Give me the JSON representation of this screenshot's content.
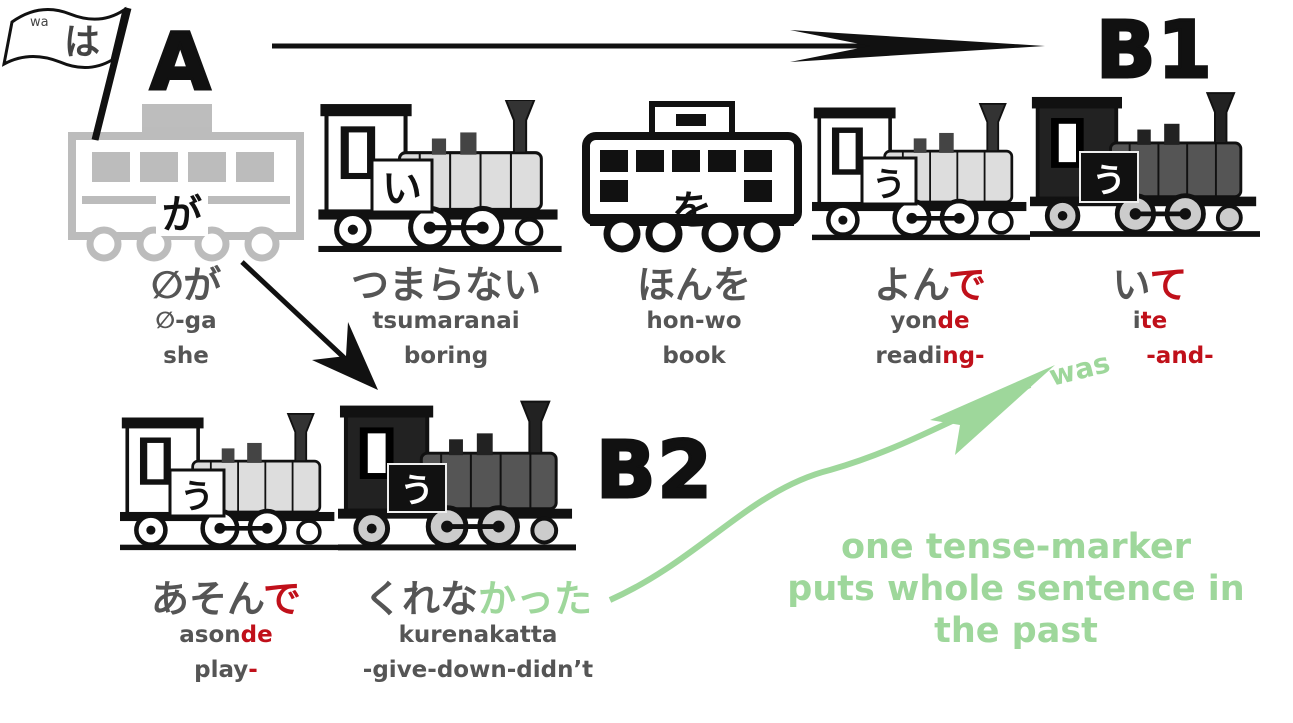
{
  "labels": {
    "a": "A",
    "b1": "B1",
    "b2": "B2"
  },
  "flag": {
    "small": "wa",
    "kana": "は"
  },
  "cars": {
    "ga": "が",
    "i": "い",
    "wo": "を",
    "u1": "う",
    "u2": "う",
    "u3": "う",
    "u4": "う"
  },
  "words": [
    {
      "jp_main": "∅が",
      "jp_red": "",
      "rom_main": "∅-ga",
      "rom_red": "",
      "gloss_main": "she",
      "gloss_red": ""
    },
    {
      "jp_main": "つまらない",
      "jp_red": "",
      "rom_main": "tsumaranai",
      "rom_red": "",
      "gloss_main": "boring",
      "gloss_red": ""
    },
    {
      "jp_main": "ほんを",
      "jp_red": "",
      "rom_main": "hon-wo",
      "rom_red": "",
      "gloss_main": "book",
      "gloss_red": ""
    },
    {
      "jp_main": "よん",
      "jp_red": "で",
      "rom_main": "yon",
      "rom_red": "de",
      "gloss_main": "readi",
      "gloss_red": "ng-"
    },
    {
      "jp_main": "い",
      "jp_red": "て",
      "rom_main": "i",
      "rom_red": "te",
      "gloss_main": "",
      "gloss_red": "-and-"
    }
  ],
  "words2": [
    {
      "jp_main": "あそん",
      "jp_red": "で",
      "rom_main": "ason",
      "rom_red": "de",
      "gloss_main": "play",
      "gloss_red": "-"
    },
    {
      "jp_main": "くれな",
      "jp_green": "かった",
      "rom_main": "kurenakatta",
      "gloss_main": "-give-down-didn’t"
    }
  ],
  "was_label": "was",
  "note": [
    "one tense-marker",
    "puts whole sentence in",
    "the past"
  ],
  "colors": {
    "red": "#c0101a",
    "green": "#9ed79b",
    "gray": "#555555",
    "ink": "#111111"
  }
}
